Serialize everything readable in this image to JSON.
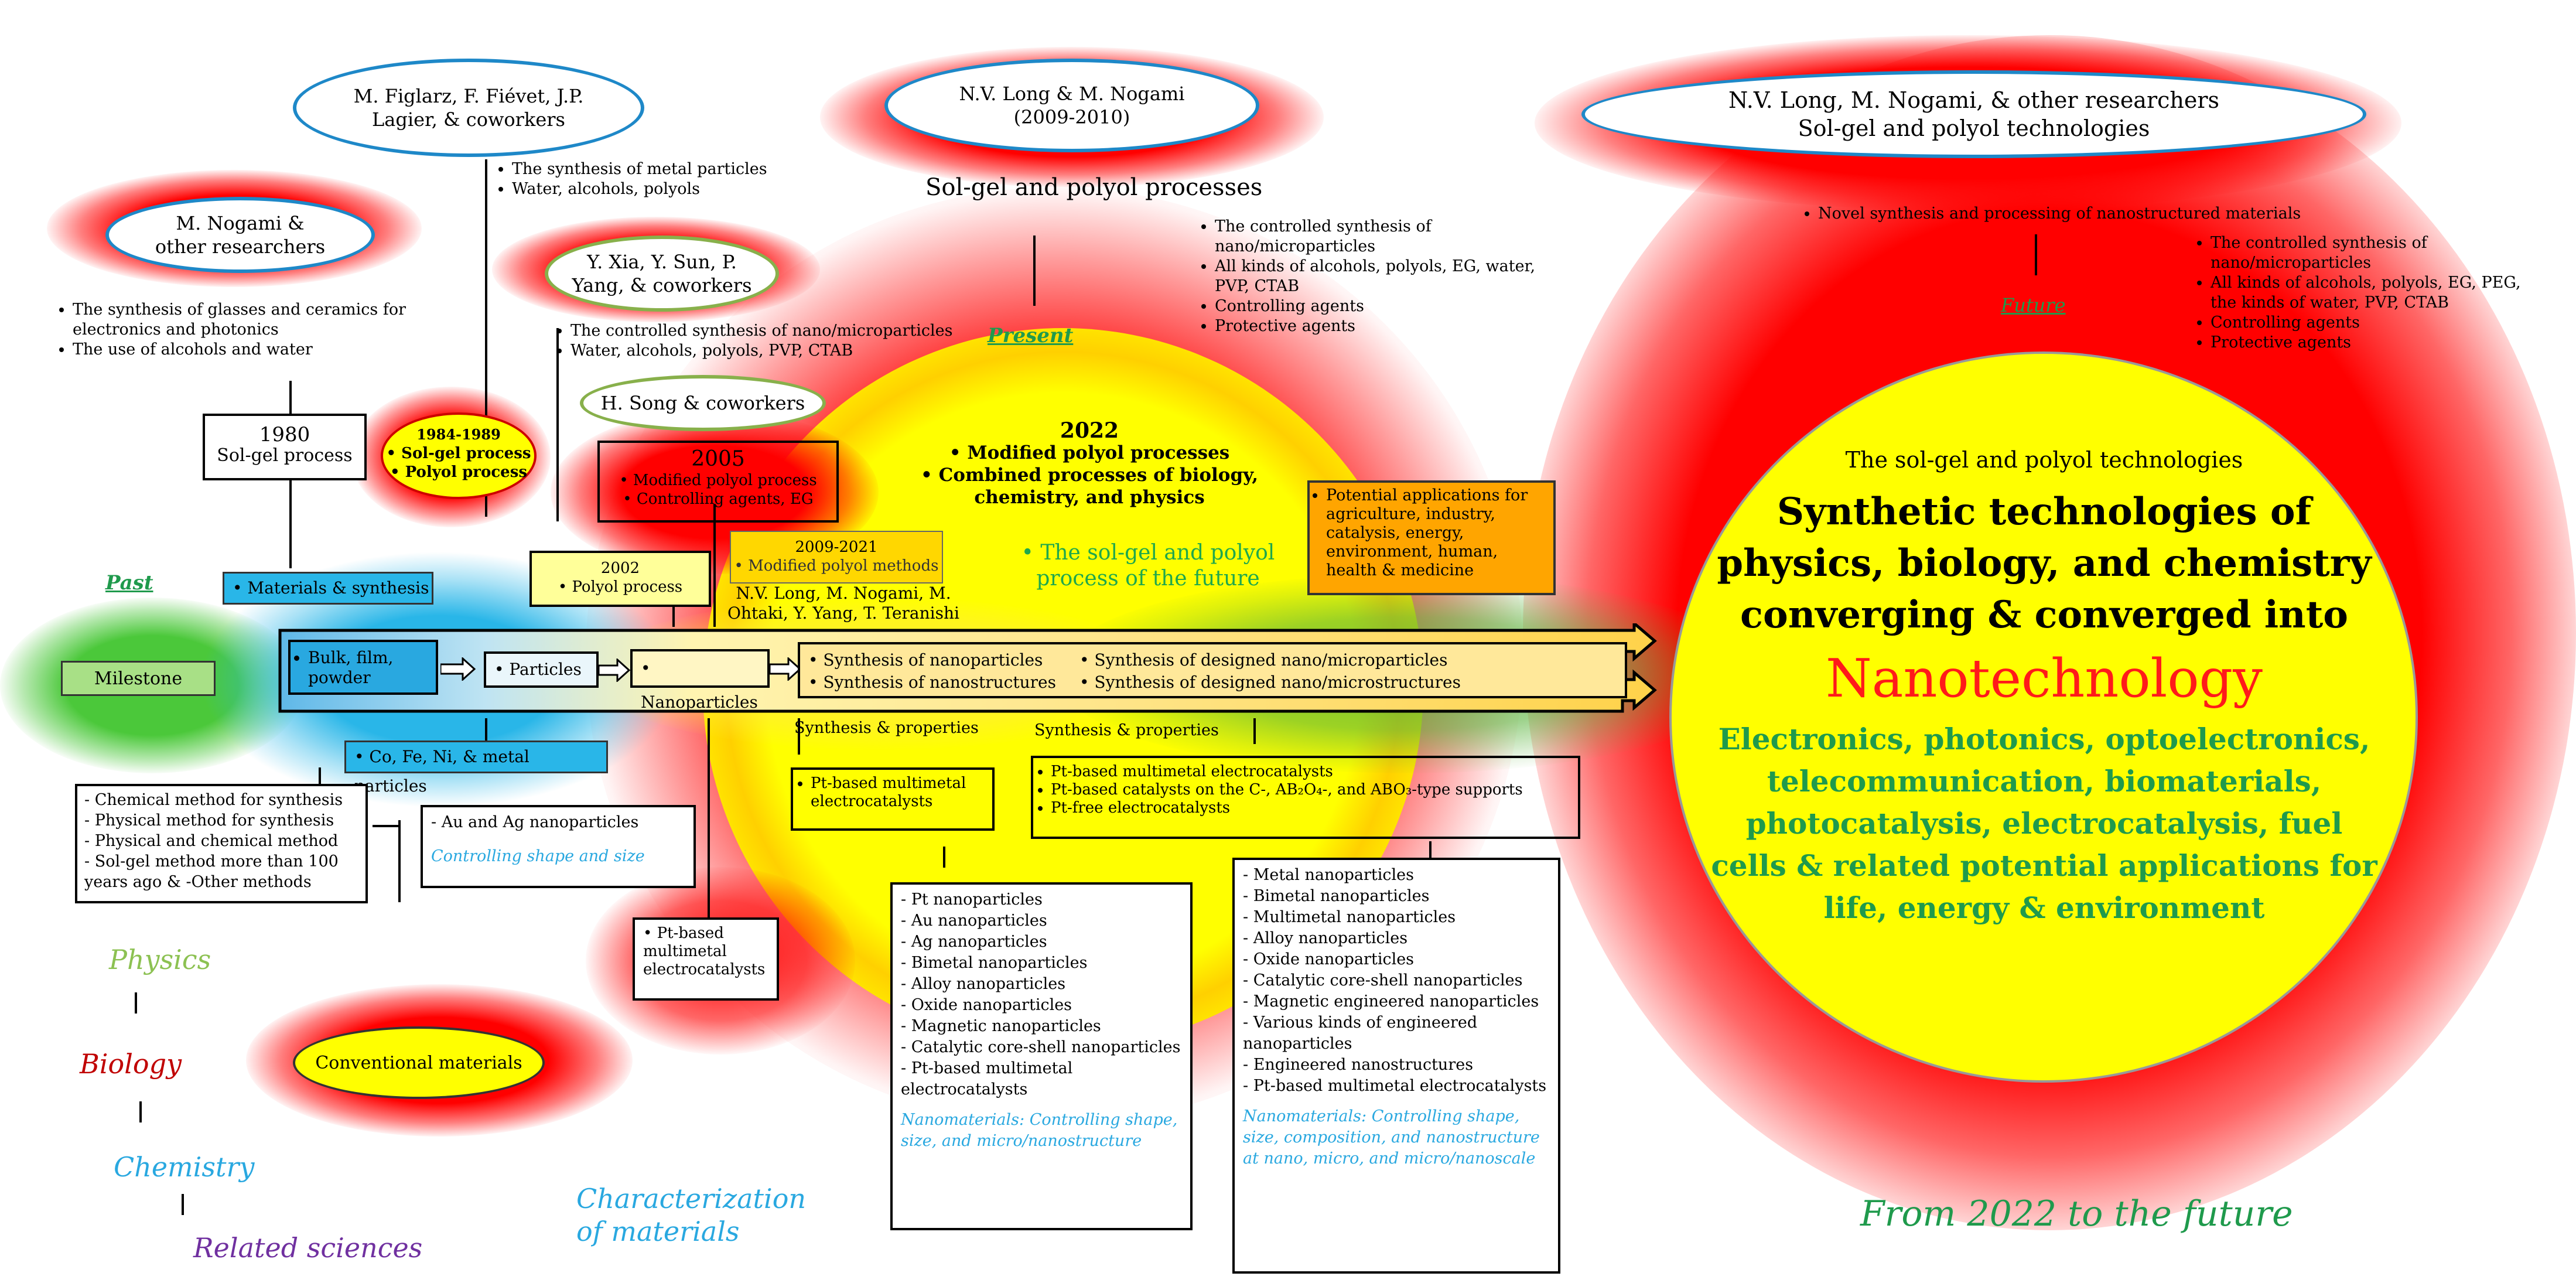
{
  "header_ovals": {
    "figlarz": "M. Figlarz, F. Fiévet, J.P. Lagier, & coworkers",
    "nogami_other": "M. Nogami & other researchers",
    "xia": "Y. Xia, Y. Sun, P. Yang, & coworkers",
    "song": "H. Song & coworkers",
    "long_nogami": "N.V. Long & M. Nogami (2009-2010)",
    "future_researchers_line1": "N.V. Long, M. Nogami, & other researchers",
    "future_researchers_line2": "Sol-gel and polyol technologies"
  },
  "lists": {
    "figlarz_items": [
      "The synthesis of metal particles",
      "Water, alcohols, polyols"
    ],
    "nogami_items": [
      "The synthesis of glasses and ceramics for electronics and photonics",
      "The use of alcohols and water"
    ],
    "xia_items": [
      "The controlled synthesis of nano/microparticles",
      "Water, alcohols, polyols, PVP, CTAB"
    ],
    "present_items": [
      "The controlled synthesis of nano/microparticles",
      "All kinds of alcohols, polyols, EG, water, PVP, CTAB",
      "Controlling agents",
      "Protective agents"
    ],
    "future_items": [
      "The controlled synthesis of nano/microparticles",
      "All kinds of alcohols, polyols, EG, PEG, the kinds of water, PVP, CTAB",
      "Controlling agents",
      "Protective agents"
    ]
  },
  "sol_gel_polyol_processes": "Sol-gel and polyol processes",
  "novel_synthesis": "Novel synthesis and processing of nanostructured materials",
  "labels": {
    "past": "Past",
    "present": "Present",
    "future": "Future",
    "milestone": "Milestone"
  },
  "timeline": {
    "y1980_year": "1980",
    "y1980_text": "Sol-gel process",
    "y1984_year": "1984-1989",
    "y1984_item1": "Sol-gel process",
    "y1984_item2": "Polyol process",
    "y2005_year": "2005",
    "y2005_item1": "Modified polyol process",
    "y2005_item2": "Controlling agents, EG",
    "y2002_year": "2002",
    "y2002_item": "Polyol process",
    "y2009_year": "2009-2021",
    "y2009_item": "Modified polyol methods",
    "y2009_authors": "N.V. Long, M. Nogami, M. Ohtaki, Y. Yang, T. Teranishi",
    "y2022_year": "2022",
    "y2022_item1": "Modified polyol processes",
    "y2022_item2": "Combined processes of biology, chemistry, and physics",
    "future_process": "The sol-gel and polyol process of the future",
    "materials_synthesis": "Materials & synthesis"
  },
  "arrow": {
    "bulk": "Bulk, film, powder",
    "particles": "Particles",
    "nanoparticles": "Nanoparticles",
    "synth1": "Synthesis of nanoparticles",
    "synth2": "Synthesis of nanostructures",
    "synth3": "Synthesis of designed nano/microparticles",
    "synth4": "Synthesis of designed nano/microstructures"
  },
  "potential_apps": "Potential applications for agriculture, industry, catalysis, energy, environment, human, health & medicine",
  "synthesis_properties": "Synthesis & properties",
  "pt_box1": "Pt-based multimetal electrocatalysts",
  "pt_box2_items": [
    "Pt-based multimetal electrocatalysts",
    "Pt-based catalysts on the C-, AB₂O₄-, and ABO₃-type supports",
    "Pt-free electrocatalysts"
  ],
  "co_fe": "Co, Fe, Ni, & metal particles",
  "methods": [
    "- Chemical method for synthesis",
    "- Physical method for synthesis",
    "- Physical and chemical method",
    "- Sol-gel method more than 100 years ago & -Other methods"
  ],
  "au_ag": "- Au and Ag nanoparticles",
  "controlling_shape": "Controlling shape and size",
  "pt_left": "• Pt-based multimetal electrocatalysts",
  "nano_list1": [
    "- Pt nanoparticles",
    "- Au nanoparticles",
    "- Ag nanoparticles",
    "- Bimetal nanoparticles",
    "- Alloy nanoparticles",
    "- Oxide nanoparticles",
    "- Magnetic nanoparticles",
    "- Catalytic core-shell nanoparticles",
    "- Pt-based multimetal electrocatalysts"
  ],
  "nano_note1": "Nanomaterials: Controlling shape, size, and micro/nanostructure",
  "nano_list2": [
    "- Metal nanoparticles",
    "- Bimetal nanoparticles",
    "- Multimetal nanoparticles",
    "- Alloy nanoparticles",
    "- Oxide nanoparticles",
    "- Catalytic core-shell nanoparticles",
    "- Magnetic engineered nanoparticles",
    "- Various kinds of engineered nanoparticles",
    "- Engineered nanostructures",
    "- Pt-based multimetal electrocatalysts"
  ],
  "nano_note2": "Nanomaterials: Controlling shape, size, composition, and nanostructure at nano, micro, and micro/nanoscale",
  "sciences": {
    "physics": "Physics",
    "biology": "Biology",
    "chemistry": "Chemistry",
    "related": "Related sciences"
  },
  "conventional": "Conventional materials",
  "characterization": "Characterization of materials",
  "big_circle": {
    "subtitle": "The sol-gel and polyol technologies",
    "title": "Synthetic technologies of physics, biology, and chemistry converging & converged into",
    "nano": "Nanotechnology",
    "apps": "Electronics, photonics, optoelectronics, telecommunication, biomaterials, photocatalysis, electrocatalysis, fuel cells & related potential applications for life, energy & environment"
  },
  "from_2022": "From 2022 to the future",
  "colors": {
    "red_glow": "#ff0000",
    "yellow": "#ffff00",
    "oval_border": "#1e88c8",
    "green_text": "#1f9a4c",
    "cyan_text": "#29a8e0",
    "nanotech_red": "#ff1a1a"
  }
}
